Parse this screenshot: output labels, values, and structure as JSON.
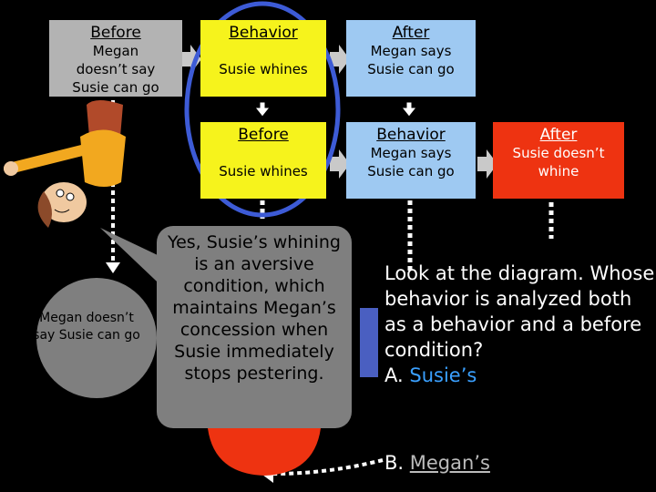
{
  "top_row": {
    "before": {
      "heading": "Before",
      "body": "Megan doesn’t say Susie can go"
    },
    "behavior": {
      "heading": "Behavior",
      "body": "Susie whines"
    },
    "after": {
      "heading": "After",
      "body": "Megan says Susie can go"
    }
  },
  "second_row": {
    "before": {
      "heading": "Before",
      "body": "Susie whines"
    },
    "behavior": {
      "heading": "Behavior",
      "body": "Megan says Susie can go"
    },
    "after": {
      "heading": "After",
      "body": "Susie doesn’t whine"
    }
  },
  "bottom_left_label": "Megan doesn’t say Susie can go",
  "bubble_text": "Yes, Susie’s whining is an aversive condition, which maintains Megan’s concession when Susie immediately stops pestering.",
  "question": {
    "text": "Look at the diagram. Whose behavior is analyzed both as a behavior and a before condition?",
    "option_a_prefix": "A. ",
    "option_a": "Susie’s",
    "option_b_prefix": "B. ",
    "option_b": "Megan’s"
  },
  "colors": {
    "before": "#b3b3b3",
    "behavior": "#f6f31c",
    "after": "#9ec9f2",
    "after_final": "#ee3311",
    "highlight_oval": "#3d5bd6"
  }
}
